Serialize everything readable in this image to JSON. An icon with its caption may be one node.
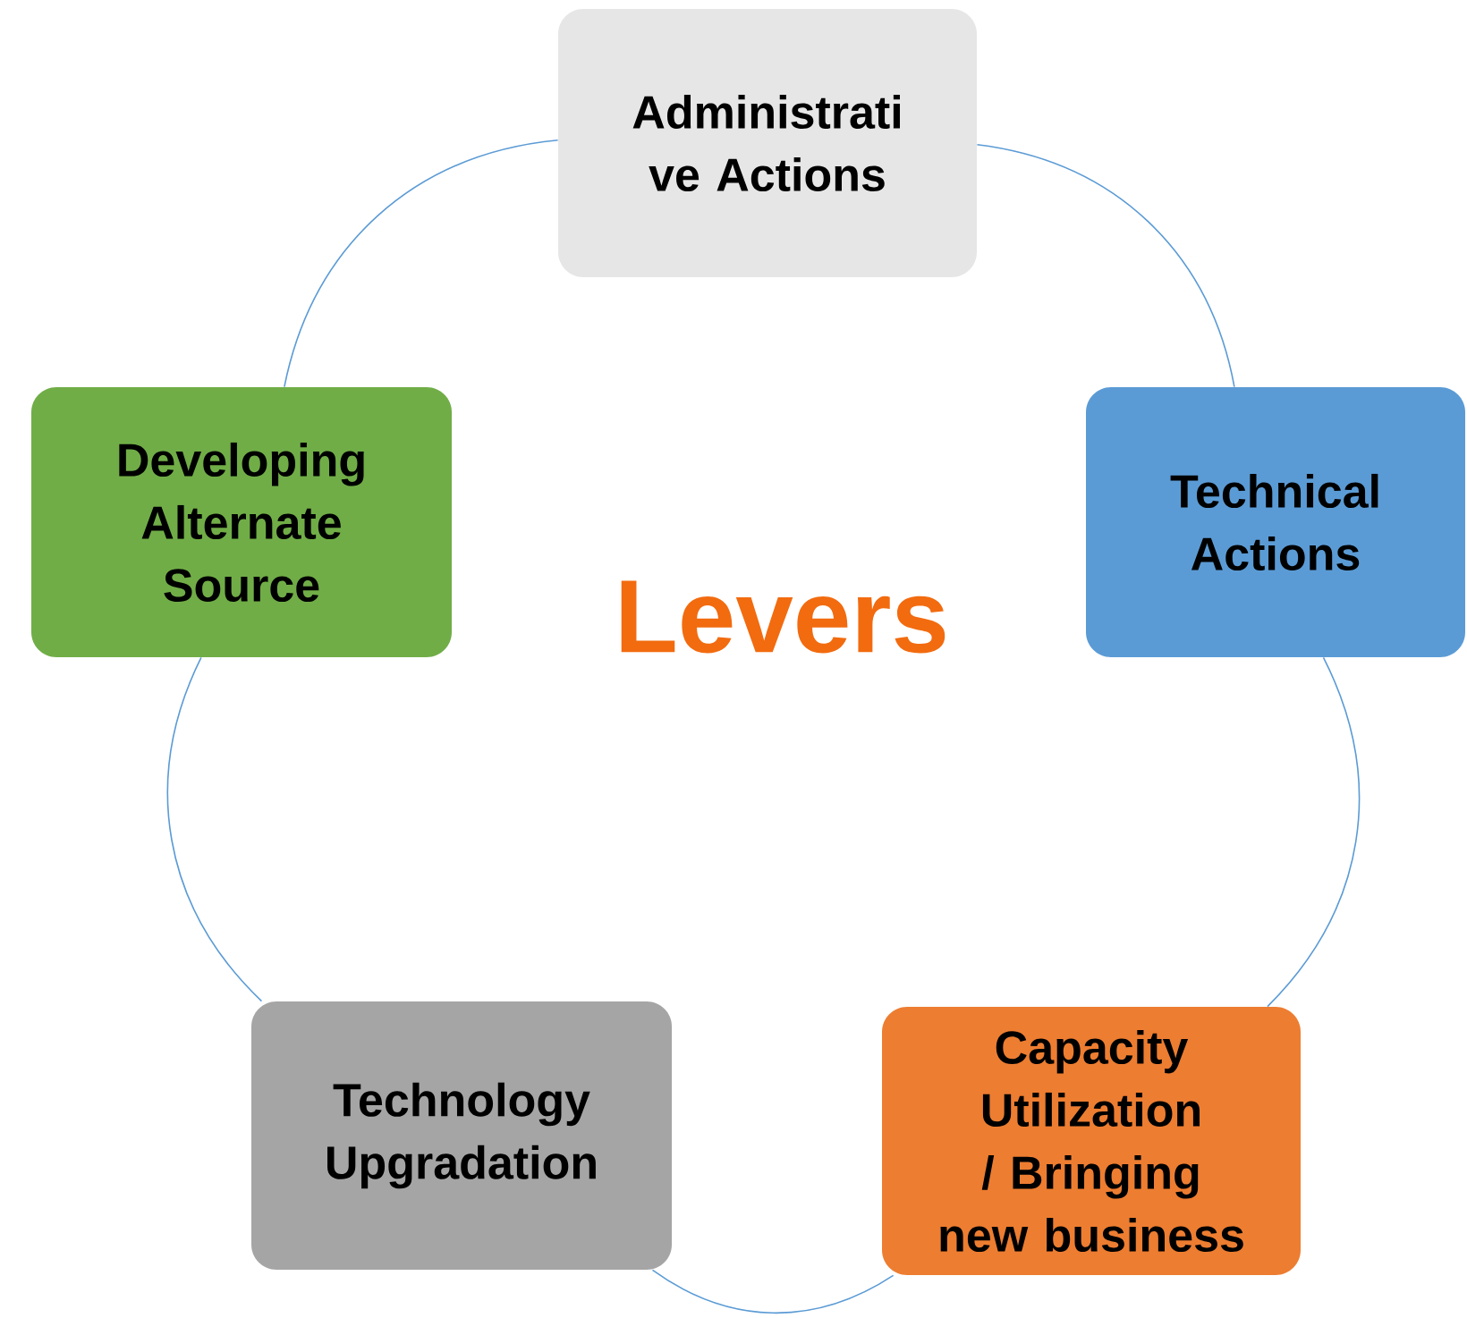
{
  "diagram": {
    "nodes": [
      {
        "text": [
          "Administrati ve Actions"
        ]
      },
      {
        "text": [
          "Developing Alternate Source"
        ]
      },
      {
        "text": [
          "Technical Actions"
        ]
      },
      {
        "text": [
          "Technology Upgradation"
        ]
      },
      {
        "text": [
          "Capacity Utilization / Bringing new business"
        ]
      }
    ],
    "edges": [
      {
        "from": 0,
        "to": 2,
        "arrow": "none"
      },
      {
        "from": 2,
        "to": 4,
        "arrow": "none"
      },
      {
        "from": 4,
        "to": 3,
        "arrow": "none"
      },
      {
        "from": 3,
        "to": 1,
        "arrow": "none"
      },
      {
        "from": 1,
        "to": 0,
        "arrow": "none"
      }
    ],
    "labels": [
      "Levers"
    ]
  }
}
